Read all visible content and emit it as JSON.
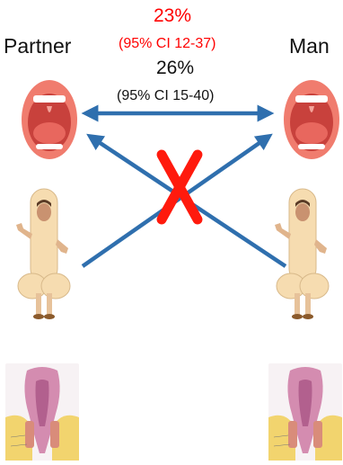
{
  "labels": {
    "left_title": "Partner",
    "right_title": "Man",
    "red_percent": "23%",
    "red_ci": "(95% CI 12-37)",
    "black_percent": "26%",
    "black_ci": "(95% CI 15-40)"
  },
  "colors": {
    "arrow": "#2f6fae",
    "cross": "#ff1a0d",
    "red_text": "#ff0000",
    "mouth_lips": "#f07c6e",
    "mouth_inner": "#c8413c",
    "costume": "#f6dcb0",
    "anatomy": "#d48cb0"
  },
  "icons": {
    "left_mouth": "open-mouth-icon",
    "right_mouth": "open-mouth-icon",
    "left_body": "penis-costume-person-icon",
    "right_body": "penis-costume-person-icon",
    "left_anatomy": "anus-anatomy-icon",
    "right_anatomy": "anus-anatomy-icon"
  }
}
